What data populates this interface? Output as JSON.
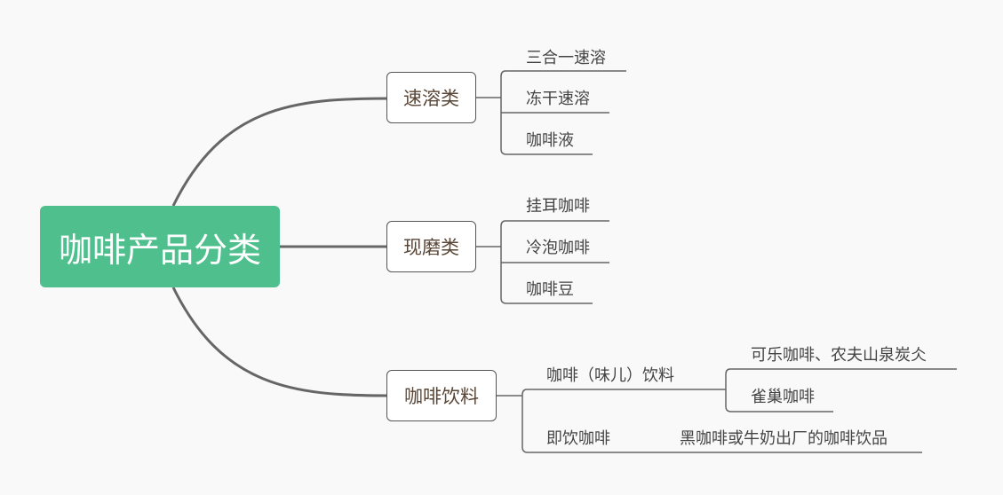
{
  "root": {
    "label": "咖啡产品分类"
  },
  "branches": [
    {
      "label": "速溶类",
      "children": [
        {
          "label": "三合一速溶"
        },
        {
          "label": "冻干速溶"
        },
        {
          "label": "咖啡液"
        }
      ]
    },
    {
      "label": "现磨类",
      "children": [
        {
          "label": "挂耳咖啡"
        },
        {
          "label": "冷泡咖啡"
        },
        {
          "label": "咖啡豆"
        }
      ]
    },
    {
      "label": "咖啡饮料",
      "children": [
        {
          "label": "咖啡（味儿）饮料",
          "children": [
            {
              "label": "可乐咖啡、农夫山泉炭仌"
            },
            {
              "label": "雀巢咖啡"
            }
          ]
        },
        {
          "label": "即饮咖啡",
          "children": [
            {
              "label": "黑咖啡或牛奶出厂的咖啡饮品"
            }
          ]
        }
      ]
    }
  ],
  "colors": {
    "root_fill": "#4fc08d",
    "connector": "#666666",
    "branch_text": "#5a4636",
    "leaf_text": "#444444"
  }
}
